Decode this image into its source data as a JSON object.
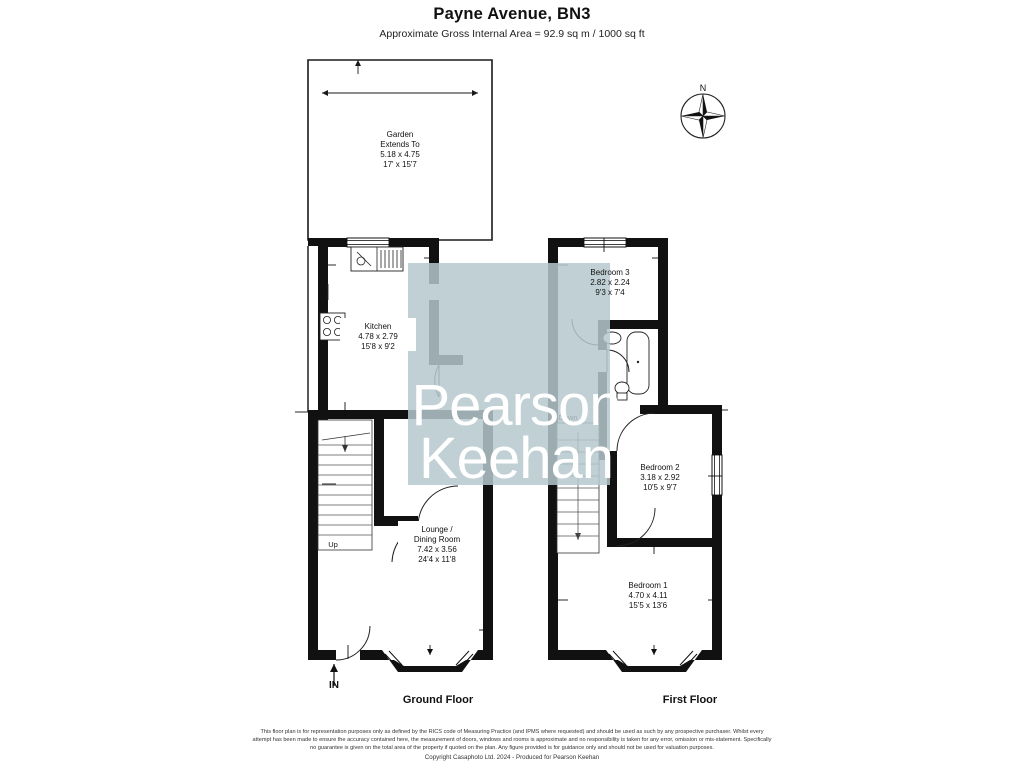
{
  "header": {
    "title": "Payne Avenue, BN3",
    "subtitle": "Approximate Gross Internal Area = 92.9 sq m / 1000 sq ft"
  },
  "compass": {
    "north_label": "N",
    "icon": "compass-rose-icon"
  },
  "watermark": {
    "line1": "Pearson",
    "line2": "Keehan",
    "overlay_color": "#b5c8cc"
  },
  "floors": [
    {
      "id": "ground",
      "label": "Ground Floor",
      "entrance_label": "IN",
      "stair_label": "Up",
      "rooms": [
        {
          "name": "Garden",
          "qualifier": "Extends To",
          "metric": "5.18 x 4.75",
          "imperial": "17' x 15'7"
        },
        {
          "name": "Kitchen",
          "qualifier": "",
          "metric": "4.78 x 2.79",
          "imperial": "15'8 x 9'2"
        },
        {
          "name": "Lounge /",
          "qualifier": "Dining Room",
          "metric": "7.42 x 3.56",
          "imperial": "24'4 x 11'8"
        }
      ]
    },
    {
      "id": "first",
      "label": "First Floor",
      "stair_label": "Down",
      "rooms": [
        {
          "name": "Bedroom 3",
          "qualifier": "",
          "metric": "2.82 x 2.24",
          "imperial": "9'3 x 7'4"
        },
        {
          "name": "Bedroom 2",
          "qualifier": "",
          "metric": "3.18 x 2.92",
          "imperial": "10'5 x 9'7"
        },
        {
          "name": "Bedroom 1",
          "qualifier": "",
          "metric": "4.70 x 4.11",
          "imperial": "15'5 x 13'6"
        }
      ]
    }
  ],
  "footer": {
    "disclaimer": "This floor plan is for representation purposes only as defined by the RICS code of Measuring Practice (and IPMS where requested) and should be used as such by any prospective purchaser. Whilst every attempt has been made to ensure the accuracy contained here, the measurement of doors, windows and rooms is approximate and no responsibility is taken for any error, omission or mis-statement. Specifically no guarantee is given on the total area of the property if quoted on the plan. Any figure provided is for guidance only and should not be used for valuation purposes.",
    "copyright": "Copyright Casaphoto Ltd. 2024 - Produced for Pearson Keehan"
  }
}
